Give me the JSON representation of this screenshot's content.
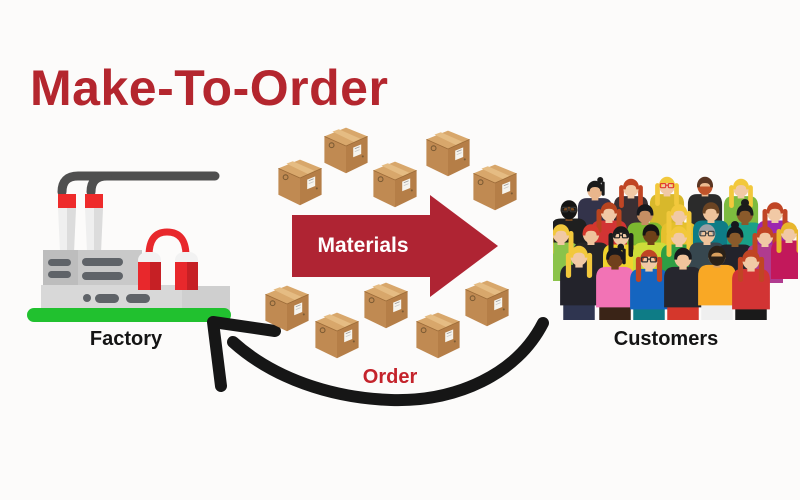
{
  "title": "Make-To-Order",
  "factory": {
    "label": "Factory"
  },
  "customers": {
    "label": "Customers"
  },
  "flows": {
    "materials_label": "Materials",
    "order_label": "Order"
  },
  "icons": {
    "factory": "factory-icon",
    "goods": "cardboard-box-icon",
    "materials_flow": "right-arrow-icon",
    "order_flow": "curved-arrow-icon",
    "customers": "people-crowd-icon"
  },
  "colors": {
    "background": "#FCFBFA",
    "title_red": "#B4262E",
    "materials_arrow_red": "#AF2433",
    "order_text_red": "#C4232B",
    "flow_arrow_black": "#161616",
    "label_black": "#141414",
    "factory_base_green": "#21C12F",
    "box_brown": "#C08A52"
  }
}
